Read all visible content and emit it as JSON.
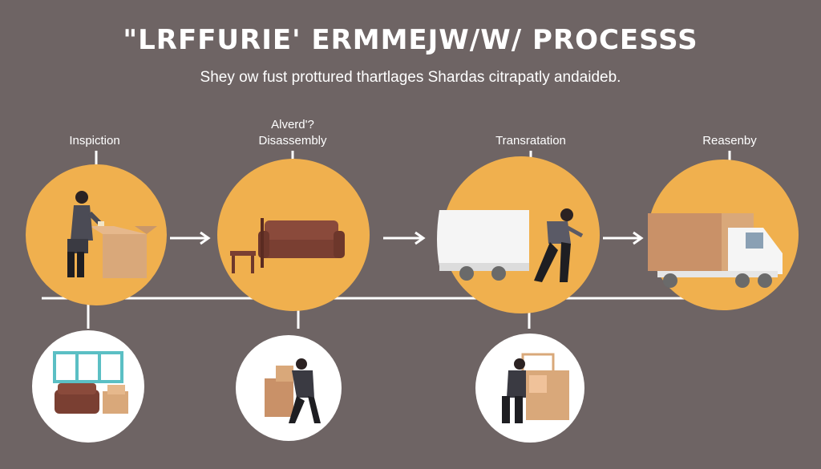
{
  "title": "\"LRFFURIE' ERMMEJW/W/ PROCESSS",
  "subtitle": "Shey ow fust prottured thartlages Shardas citrapatly andaideb.",
  "steps": [
    {
      "label": "Inspiction"
    },
    {
      "label": "Alverd'?",
      "label2": "Disassembly"
    },
    {
      "label": "Transratation"
    },
    {
      "label": "Reasenby"
    }
  ],
  "colors": {
    "background": "#6e6464",
    "circle": "#f0b04e",
    "bottom_circle": "#ffffff",
    "line": "#ffffff",
    "box": "#d9a87a",
    "sofa": "#7a3f32",
    "frame": "#5bbfc4"
  },
  "icons": [
    "worker-inspecting-box-icon",
    "sofa-and-table-icon",
    "truck-worker-icon",
    "moving-truck-icon",
    "window-sofa-boxes-icon",
    "worker-carrying-boxes-icon",
    "worker-stacking-box-icon"
  ]
}
